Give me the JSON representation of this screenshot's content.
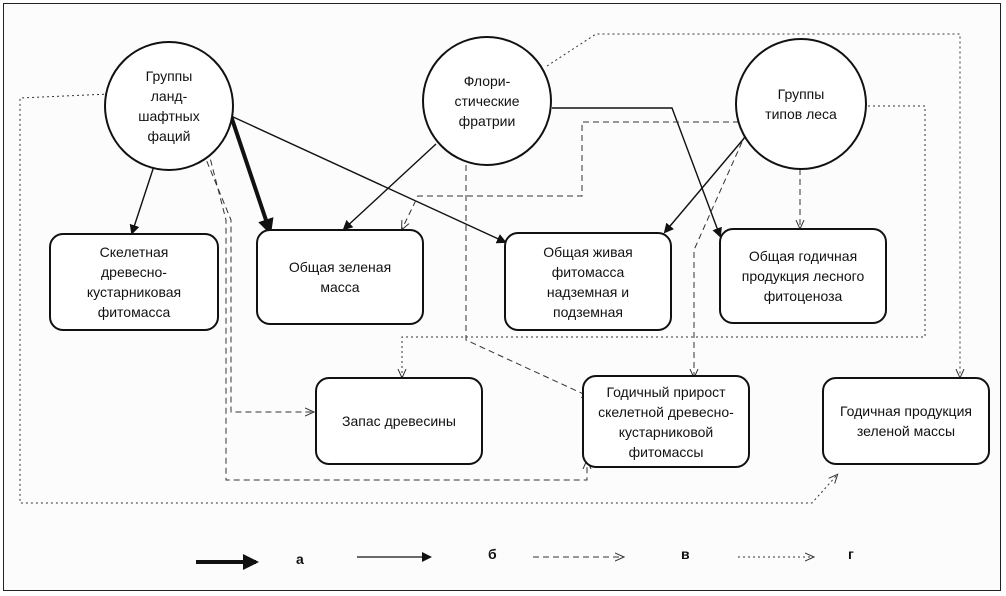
{
  "nodes": {
    "groups_facies": "Группы\nланд-\nшафтных\nфаций",
    "floristic_phratries": "Флори-\nстические\nфратрии",
    "forest_type_groups": "Группы\nтипов леса",
    "skeletal_phytomass": "Скелетная\nдревесно-\nкустарниковая\nфитомасса",
    "total_green_mass": "Общая зеленая\nмасса",
    "total_live_phytomass": "Общая живая\nфитомасса\nнадземная и\nподземная",
    "annual_production": "Общая годичная\nпродукция лесного\nфитоценоза",
    "wood_stock": "Запас древесины",
    "annual_increment": "Годичный прирост\nскелетной древесно-\nкустарниковой\nфитомассы",
    "green_mass_production": "Годичная продукция\nзеленой массы"
  },
  "legend": {
    "a": "а",
    "b": "б",
    "v": "в",
    "g": "г"
  }
}
